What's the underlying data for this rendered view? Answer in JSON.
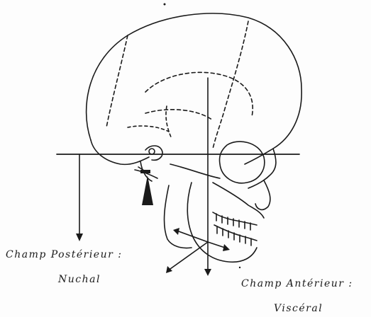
{
  "labels": {
    "posterior_title": "Champ Postérieur :",
    "posterior_sub": "Nuchal",
    "anterior_title": "Champ Antérieur :",
    "anterior_sub": "Viscéral"
  },
  "colors": {
    "ink": "#1a1a1a",
    "paper": "#fdfdfd"
  }
}
